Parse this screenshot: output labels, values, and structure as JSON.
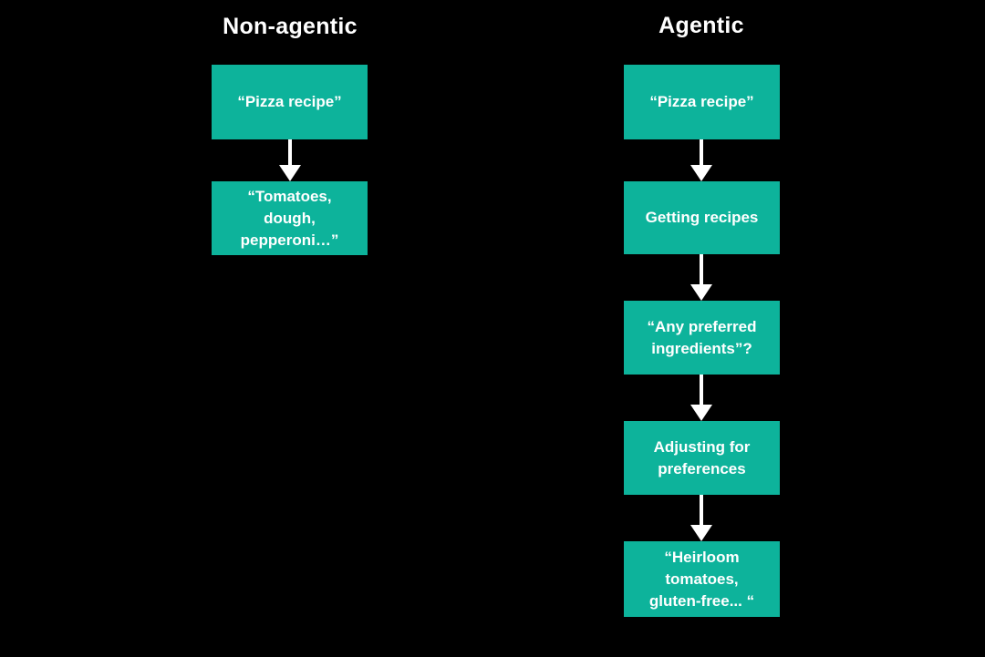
{
  "colors": {
    "background": "#000000",
    "box_fill": "#0db39b",
    "text": "#ffffff",
    "arrow": "#ffffff"
  },
  "icons": {
    "arrow_down": "down-arrow connector"
  },
  "columns": [
    {
      "title": "Non-agentic",
      "boxes": [
        {
          "label": "“Pizza recipe”"
        },
        {
          "label": "“Tomatoes,\ndough,\npepperoni…”"
        }
      ]
    },
    {
      "title": "Agentic",
      "boxes": [
        {
          "label": "“Pizza recipe”"
        },
        {
          "label": "Getting recipes"
        },
        {
          "label": "“Any preferred\ningredients”?"
        },
        {
          "label": "Adjusting for\npreferences"
        },
        {
          "label": "“Heirloom\ntomatoes,\ngluten-free... “"
        }
      ]
    }
  ]
}
